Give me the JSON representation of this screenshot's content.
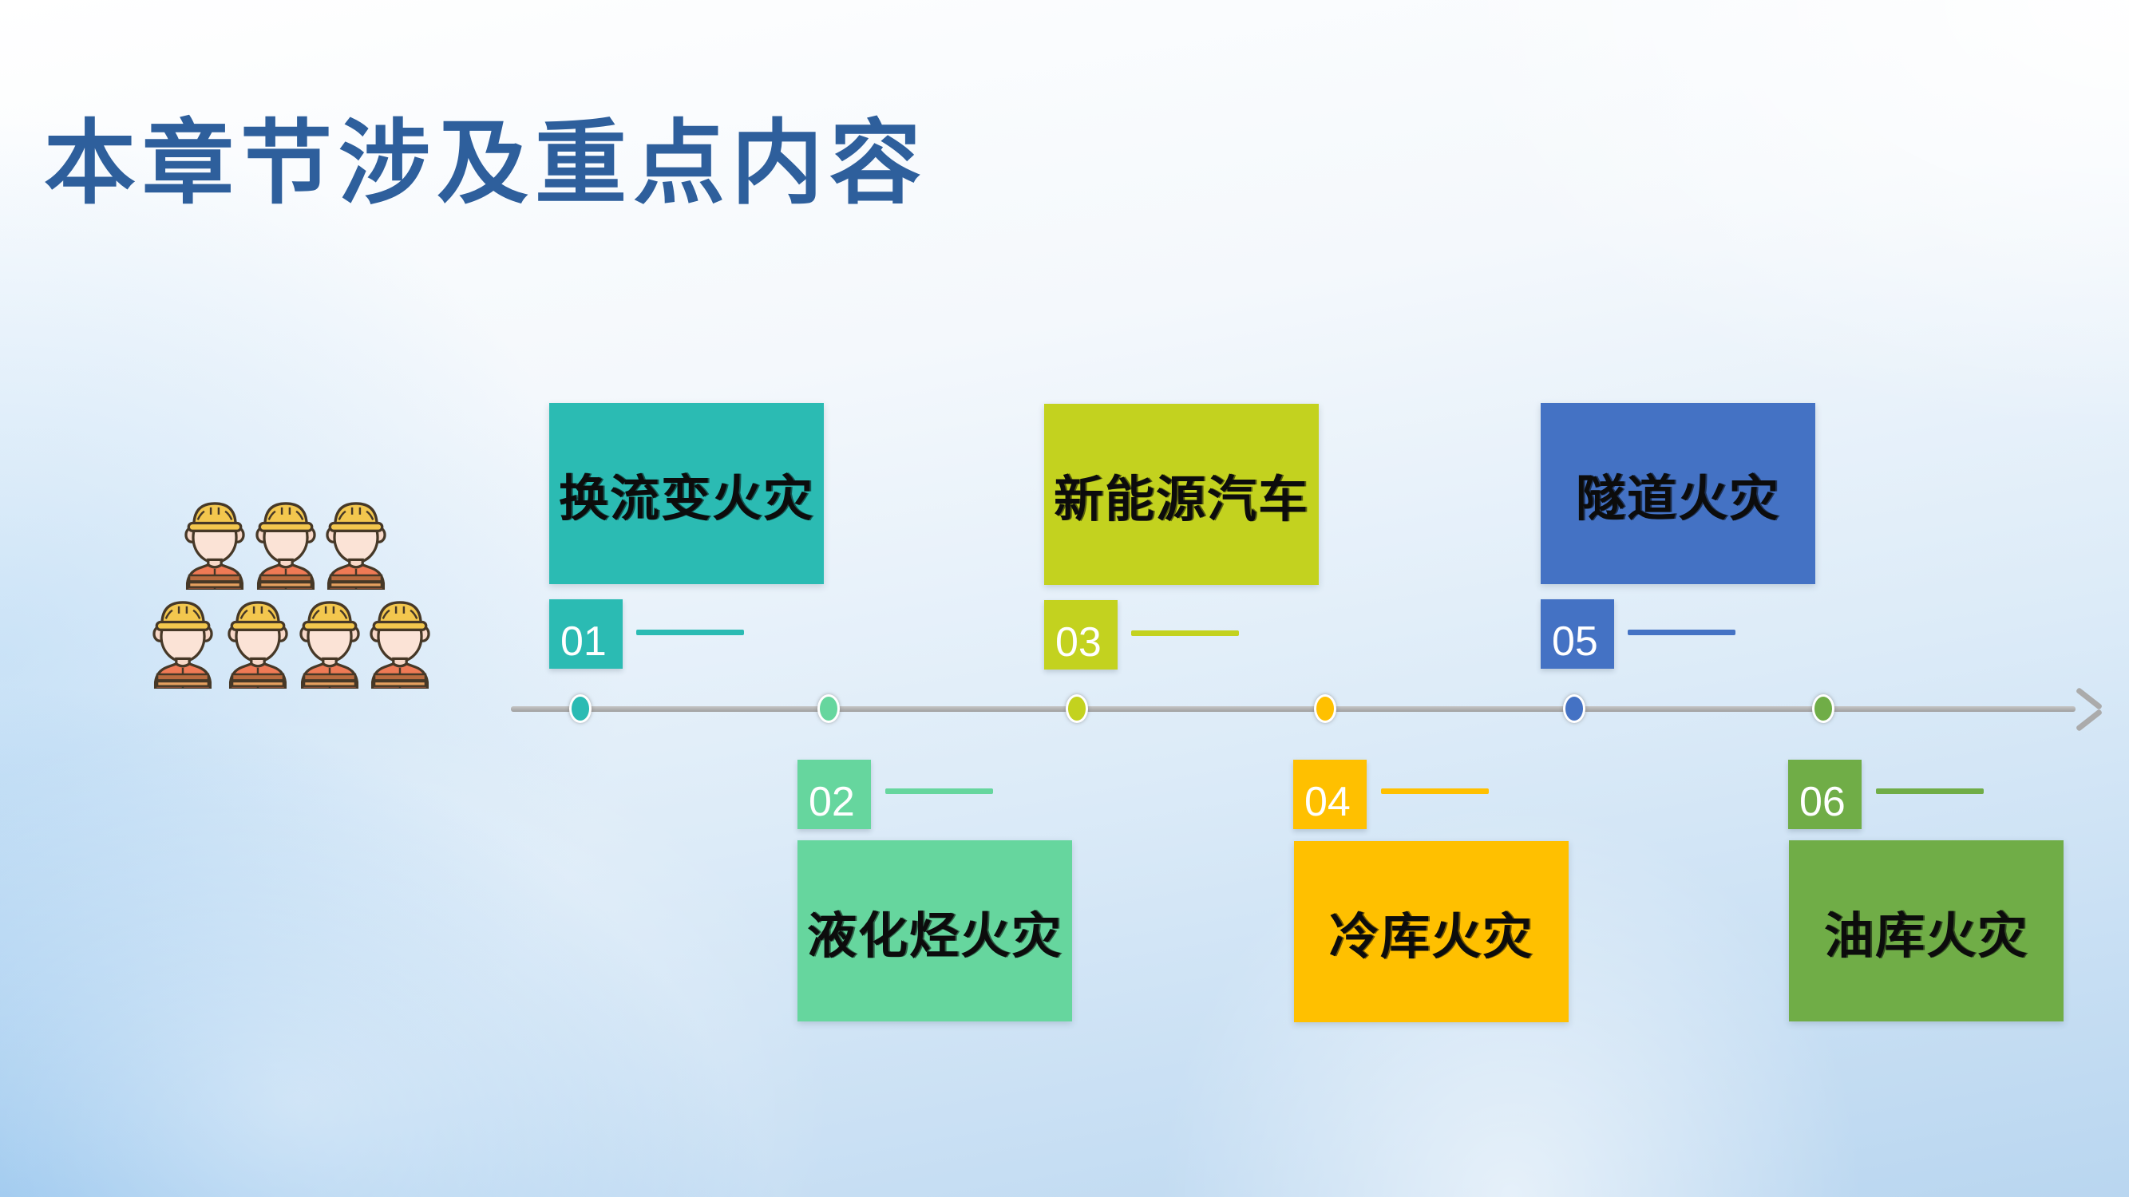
{
  "slide": {
    "title": "本章节涉及重点内容",
    "title_color": "#2E5F9C",
    "background_top_color": "#FFFFFF",
    "background_bottom_color": "#AFD0EE"
  },
  "people_icon": {
    "name": "construction-workers-icon",
    "count": 7,
    "hat_color": "#F3C74E",
    "jacket_color": "#EF7A55"
  },
  "timeline": {
    "axis_color": "#ABABAB",
    "items": [
      {
        "num": "01",
        "label": "换流变火灾",
        "color": "#2BBBB3",
        "side": "top"
      },
      {
        "num": "02",
        "label": "液化烃火灾",
        "color": "#66D69E",
        "side": "bottom"
      },
      {
        "num": "03",
        "label": "新能源汽车",
        "color": "#C3D21F",
        "side": "top"
      },
      {
        "num": "04",
        "label": "冷库火灾",
        "color": "#FFC000",
        "side": "bottom"
      },
      {
        "num": "05",
        "label": "隧道火灾",
        "color": "#4472C4",
        "side": "top"
      },
      {
        "num": "06",
        "label": "油库火灾",
        "color": "#70AD47",
        "side": "bottom"
      }
    ]
  }
}
